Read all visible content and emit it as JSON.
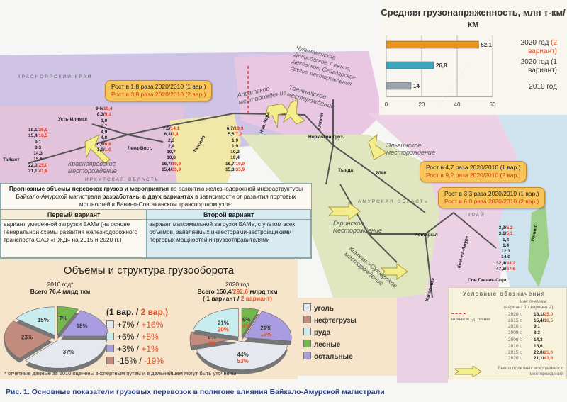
{
  "caption": "Рис. 1. Основные показатели грузовых перевозок в полигоне влияния Байкало-Амурской магистрали",
  "colors": {
    "coal": "#e6e8f0",
    "oil": "#c28b7e",
    "ore": "#c9ecef",
    "timber": "#72b84a",
    "other": "#a99ce0",
    "callout": "#f7c45a",
    "accent_red": "#e0532a"
  },
  "map": {
    "regions": [
      "КРАСНОЯРСКИЙ КРАЙ",
      "ИРКУТСКАЯ ОБЛАСТЬ",
      "АМУРСКАЯ ОБЛАСТЬ",
      "КРАЙ"
    ],
    "stations": [
      "Тайшет",
      "Усть-Илимск",
      "Лена-Вост.",
      "Таксимо",
      "Нов. Чара",
      "Юктали",
      "Нерюнгри-Груз.",
      "Тында",
      "Улак",
      "Нов.Ургал",
      "Хабаровск",
      "Ком.-на-Амуре",
      "Сов.Гавань-Сорт.",
      "Ванино"
    ],
    "deposits": [
      {
        "name": "Краснояровское месторождение"
      },
      {
        "name": "Апсатское месторождение"
      },
      {
        "name": "Таежнахское месторождение"
      },
      {
        "name": "Чульмаканское Денисовское,Т ежное, Десовское, Сейгдарское другие месторождения"
      },
      {
        "name": "Эльгинское месторождение"
      },
      {
        "name": "Гаринское месторождение"
      },
      {
        "name": "Кимкано-Сутарское месторождение"
      }
    ],
    "callouts": [
      {
        "v1": "Рост в 1,8 раза 2020/2010 (1 вар.)",
        "v2": "Рост в 3,8 раза 2020/2010 (2 вар.)"
      },
      {
        "v1": "Рост в 4,7 раза 2020/2010 (1 вар.)",
        "v2": "Рост в 9,2 раза 2020/2010 (2 вар.)"
      },
      {
        "v1": "Рост в 3,3 раза 2020/2010 (1 вар.)",
        "v2": "Рост в 6,0 раза 2020/2010 (2 вар.)"
      }
    ],
    "number_columns": [
      [
        [
          "18,1",
          "25,0"
        ],
        [
          "15,4",
          "16,5"
        ],
        [
          "9,1"
        ],
        [
          "8,3"
        ],
        [
          "14,3"
        ],
        [
          "15,6"
        ],
        [
          "22,0",
          "25,0"
        ],
        [
          "21,1",
          "41,6"
        ]
      ],
      [
        [
          "9,6",
          "10,4"
        ],
        [
          "8,3",
          "9,1"
        ],
        [
          "1,0"
        ],
        [
          "0,7"
        ],
        [
          "4,9"
        ],
        [
          "4,8"
        ],
        [
          "0,6",
          "0,6"
        ],
        [
          "1,0",
          "1,0"
        ]
      ],
      [
        [
          "7,5",
          "14,1"
        ],
        [
          "6,3",
          "7,8"
        ],
        [
          "2,3"
        ],
        [
          "2,4"
        ],
        [
          "10,7"
        ],
        [
          "10,8"
        ],
        [
          "16,7",
          "19,9"
        ],
        [
          "15,4",
          "35,9"
        ]
      ],
      [
        [
          "6,7",
          "13,3"
        ],
        [
          "5,6",
          "7,2"
        ],
        [
          "1,9"
        ],
        [
          "1,9"
        ],
        [
          "10,2"
        ],
        [
          "10,4"
        ],
        [
          "16,7",
          "19,9"
        ],
        [
          "15,3",
          "35,9"
        ]
      ],
      [
        [
          "3,9",
          "5,2"
        ],
        [
          "3,1",
          "5,1"
        ],
        [
          "1,4"
        ],
        [
          "1,4"
        ],
        [
          "12,3"
        ],
        [
          "14,0"
        ],
        [
          "32,4",
          "34,2"
        ],
        [
          "47,6",
          "67,6"
        ]
      ]
    ]
  },
  "bar_chart": {
    "chart_data": {
      "type": "bar",
      "orientation": "horizontal",
      "title": "Средняя грузонапряженность, млн т-км/км",
      "categories": [
        {
          "label": "2020 год",
          "label_red": "(2 вариант)",
          "value": 52.1,
          "value_label": "52,1",
          "color": "#e8941e"
        },
        {
          "label": "2020 год (1 вариант)",
          "label_red": "",
          "value": 26.8,
          "value_label": "26,8",
          "color": "#3aa6bf"
        },
        {
          "label": "2010 год",
          "label_red": "",
          "value": 14,
          "value_label": "14",
          "color": "#9aa3ad"
        }
      ],
      "xlim": [
        0,
        60
      ],
      "xticks": [
        "0",
        "20",
        "40",
        "60"
      ],
      "grid": true
    }
  },
  "info": {
    "intro_bold1": "Прогнозные объемы перевозок грузов и мероприятия",
    "intro_1": " по развитию железнодорожной инфраструктуры Байкало-Амурской магистрали ",
    "intro_bold2": "разработаны в двух вариантах",
    "intro_2": " в зависимости от развития портовых мощностей в Ванино-Совгаванском транспортном узле:",
    "col1_header": "Первый вариант",
    "col2_header": "Второй вариант",
    "col1_text": "вариант умеренной загрузки БАМа (на основе Генеральной схемы развития железнодорожного транспорта ОАО «РЖД» на 2015 и 2020 гг.)",
    "col2_text": "вариант максимальной загрузки БАМа, с учетом всех объемов, заявляемых инвесторами-застройщиками портовых мощностей и грузоотправителями"
  },
  "pies": {
    "title": "Объемы и структура грузооборота",
    "footnote": "* отчетные данные за 2010 оценены экспертным путем и в дальнейшем могут быть уточнены",
    "p2010": {
      "year": "2010 год*",
      "total": "Всего 76,4 млрд ткм"
    },
    "p2020": {
      "year": "2020 год",
      "total_a": "Всего 150,4/",
      "total_b": "292,6",
      "total_c": " млрд ткм",
      "sub_a": "( 1 вариант / ",
      "sub_b": "2 вариант)"
    },
    "change_header_a": "(1 вар. / ",
    "change_header_b": "2 вар.)",
    "changes": [
      {
        "key": "coal",
        "v1": "+7% / ",
        "v2": "+16%"
      },
      {
        "key": "ore",
        "v1": "+6% / ",
        "v2": "+5%"
      },
      {
        "key": "other",
        "v1": "+3% / ",
        "v2": "+1%"
      },
      {
        "key": "oil",
        "v1": "-15% / ",
        "v2": "-19%"
      }
    ],
    "chart_data": [
      {
        "type": "pie",
        "title": "2010 год",
        "slices": [
          {
            "key": "timber",
            "label": "лесные",
            "value": 7,
            "text": "7%"
          },
          {
            "key": "other",
            "label": "остальные",
            "value": 18,
            "text": "18%"
          },
          {
            "key": "coal",
            "label": "уголь",
            "value": 37,
            "text": "37%"
          },
          {
            "key": "oil",
            "label": "нефтегрузы",
            "value": 23,
            "text": "23%"
          },
          {
            "key": "ore",
            "label": "руда",
            "value": 15,
            "text": "15%"
          }
        ]
      },
      {
        "type": "pie",
        "title": "2020 год",
        "slices": [
          {
            "key": "timber",
            "label": "лесные",
            "value": 6,
            "value2": 4,
            "text": "6%",
            "text2": "4%"
          },
          {
            "key": "other",
            "label": "остальные",
            "value": 21,
            "value2": 19,
            "text": "21%",
            "text2": "19%"
          },
          {
            "key": "coal",
            "label": "уголь",
            "value": 44,
            "value2": 53,
            "text": "44%",
            "text2": "53%"
          },
          {
            "key": "oil",
            "label": "нефтегрузы",
            "value": 8,
            "value2": 4,
            "text": "8%",
            "text2": "4%"
          },
          {
            "key": "ore",
            "label": "руда",
            "value": 21,
            "value2": 20,
            "text": "21%",
            "text2": "20%"
          }
        ]
      }
    ]
  },
  "category_legend": [
    {
      "key": "coal",
      "label": "уголь"
    },
    {
      "key": "oil",
      "label": "нефтегрузы"
    },
    {
      "key": "ore",
      "label": "руда"
    },
    {
      "key": "timber",
      "label": "лесные"
    },
    {
      "key": "other",
      "label": "остальные"
    }
  ],
  "key": {
    "title": "Условные обозначения",
    "unit": "млн т-км/км",
    "unit_sub": "(вариант 1 / вариант 2)",
    "new_line": "новые ж.-д. линии",
    "rows": [
      {
        "year": "2020 г.",
        "v": "18,1/",
        "r": "25,0"
      },
      {
        "year": "2015 г.",
        "v": "15,4/",
        "r": "16,5"
      },
      {
        "year": "2010 г.",
        "v": "9,1",
        "r": ""
      },
      {
        "year": "2009 г.",
        "v": "8,3",
        "r": ""
      },
      {
        "year": "2009 г.",
        "v": "14,3",
        "r": ""
      },
      {
        "year": "2010 г.",
        "v": "15,6",
        "r": ""
      },
      {
        "year": "2015 г.",
        "v": "22,0/",
        "r": "25,0"
      },
      {
        "year": "2020 г.",
        "v": "21,1/",
        "r": "41,6"
      }
    ],
    "arrow_label": "Вывоз полезных ископаемых с месторождений"
  }
}
